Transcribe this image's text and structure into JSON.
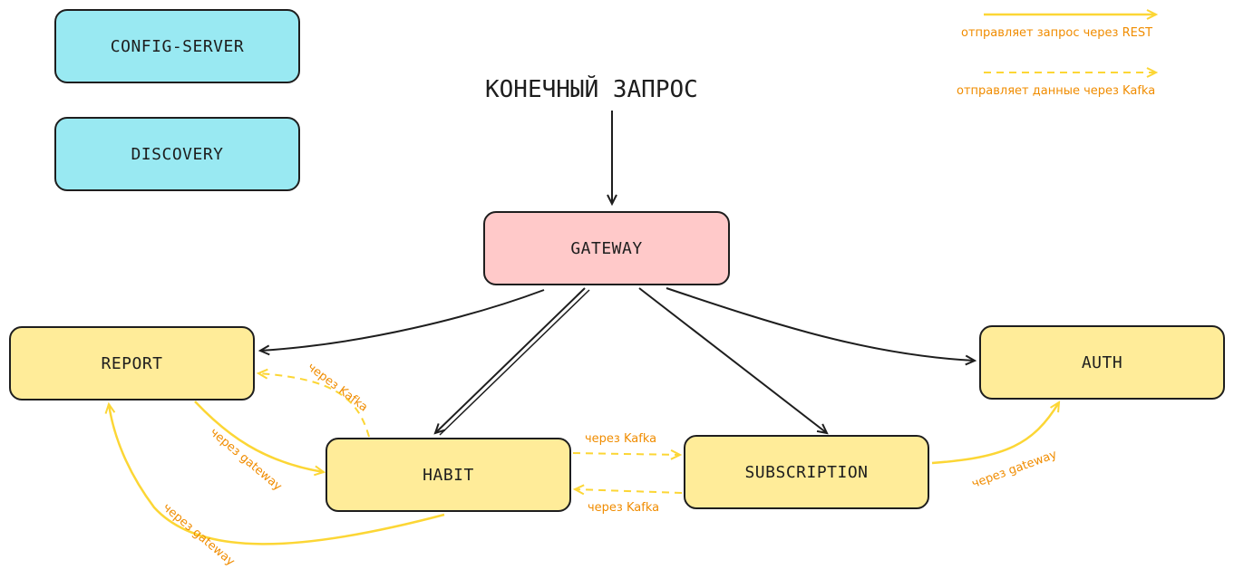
{
  "title": "КОНЕЧНЫЙ ЗАПРОС",
  "nodes": {
    "config_server": "CONFIG-SERVER",
    "discovery": "DISCOVERY",
    "gateway": "GATEWAY",
    "report": "REPORT",
    "habit": "HABIT",
    "subscription": "SUBSCRIPTION",
    "auth": "AUTH"
  },
  "legend": {
    "rest": "отправляет запрос через REST",
    "kafka": "отправляет данные через Kafka"
  },
  "edge_labels": {
    "habit_to_report": "через Kafka",
    "report_to_habit": "через gateway",
    "habit_to_report_curve": "через gateway",
    "habit_to_subscription": "через Kafka",
    "subscription_to_habit": "через Kafka",
    "subscription_to_auth": "через gateway"
  },
  "colors": {
    "blue": "#99e9f2",
    "pink": "#ffc9c9",
    "yellow": "#ffec99",
    "arrow_yellow": "#fcd635",
    "label_orange": "#f08c00",
    "stroke": "#1e1e1e"
  }
}
